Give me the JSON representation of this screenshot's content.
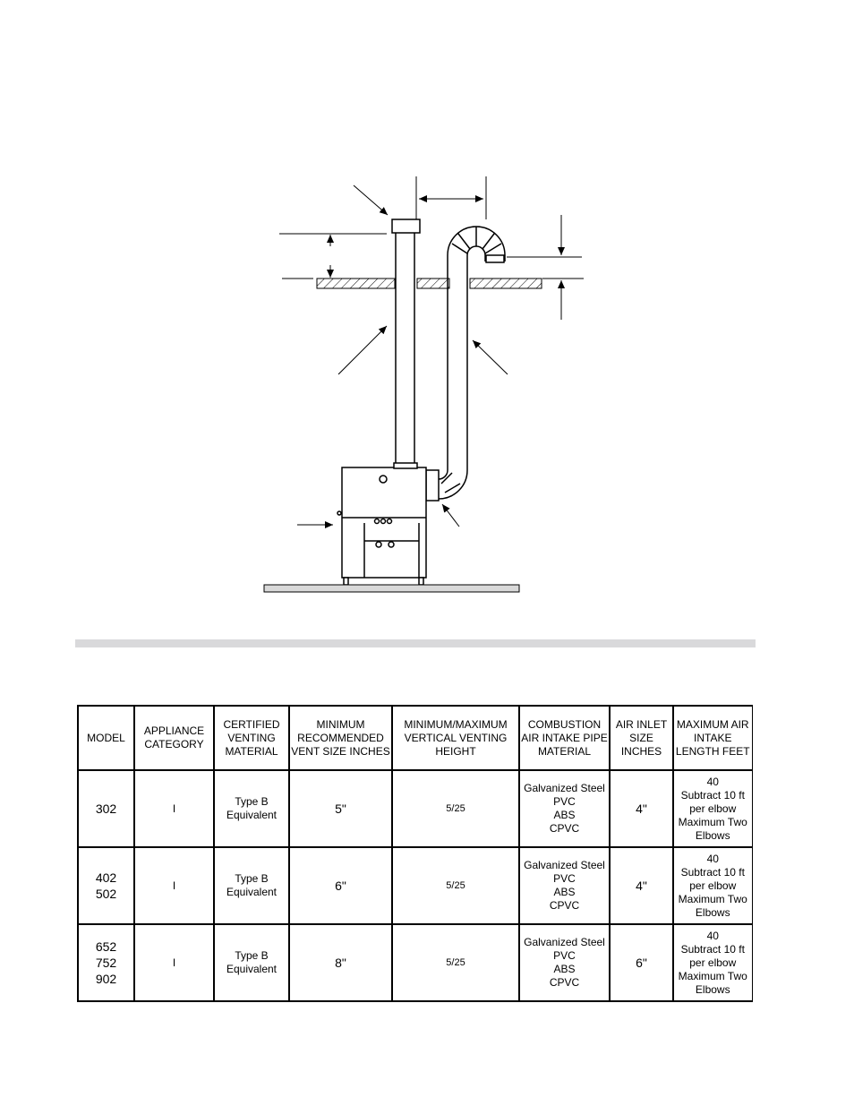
{
  "figure": {
    "icons": [
      "vent-cap-icon",
      "air-intake-elbow-icon",
      "boiler-icon",
      "floor-icon",
      "ceiling-icon"
    ]
  },
  "table": {
    "headers": [
      "MODEL",
      "APPLIANCE CATEGORY",
      "CERTIFIED VENTING MATERIAL",
      "MINIMUM RECOMMENDED VENT SIZE INCHES",
      "MINIMUM/MAXIMUM VERTICAL VENTING HEIGHT",
      "COMBUSTION AIR INTAKE PIPE MATERIAL",
      "AIR INLET SIZE INCHES",
      "MAXIMUM AIR INTAKE LENGTH FEET"
    ],
    "rows": [
      {
        "models": [
          "302"
        ],
        "category": "I",
        "material": [
          "Type B",
          "Equivalent"
        ],
        "vent_size": "5\"",
        "height": "5/25",
        "intake_material": [
          "Galvanized Steel",
          "PVC",
          "ABS",
          "CPVC"
        ],
        "inlet_size": "4\"",
        "max_length": [
          "40",
          "Subtract 10 ft",
          "per elbow",
          "Maximum Two",
          "Elbows"
        ]
      },
      {
        "models": [
          "402",
          "502"
        ],
        "category": "I",
        "material": [
          "Type B",
          "Equivalent"
        ],
        "vent_size": "6\"",
        "height": "5/25",
        "intake_material": [
          "Galvanized Steel",
          "PVC",
          "ABS",
          "CPVC"
        ],
        "inlet_size": "4\"",
        "max_length": [
          "40",
          "Subtract 10 ft",
          "per elbow",
          "Maximum Two",
          "Elbows"
        ]
      },
      {
        "models": [
          "652",
          "752",
          "902"
        ],
        "category": "I",
        "material": [
          "Type B",
          "Equivalent"
        ],
        "vent_size": "8\"",
        "height": "5/25",
        "intake_material": [
          "Galvanized Steel",
          "PVC",
          "ABS",
          "CPVC"
        ],
        "inlet_size": "6\"",
        "max_length": [
          "40",
          "Subtract 10 ft",
          "per elbow",
          "Maximum Two",
          "Elbows"
        ]
      }
    ]
  }
}
